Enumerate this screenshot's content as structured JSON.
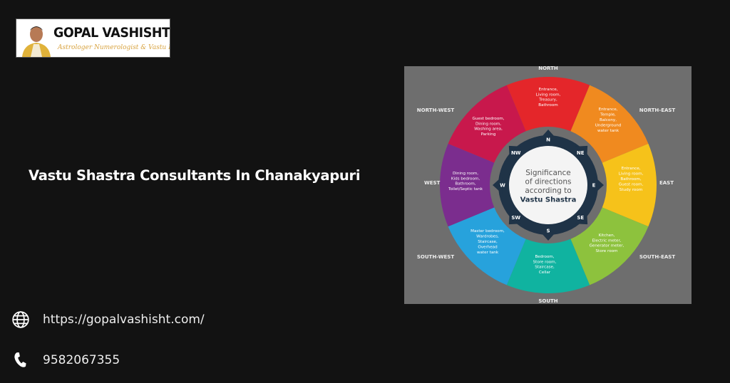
{
  "logo": {
    "name": "GOPAL VASHISHT",
    "tagline": "Astrologer Numerologist & Vastu Expert"
  },
  "title": "Vastu Shastra Consultants In Chanakyapuri",
  "contacts": [
    {
      "icon": "globe-icon",
      "text": "https://gopalvashisht.com/"
    },
    {
      "icon": "phone-icon",
      "text": "9582067355"
    }
  ],
  "wheel": {
    "center": [
      "Significance",
      "of directions",
      "according to",
      "Vastu Shastra"
    ],
    "sectors": [
      {
        "abbr": "N",
        "direction": "NORTH",
        "color": "#e4262a",
        "rooms": [
          "Entrance,",
          "Living room,",
          "Treasury,",
          "Bathroom"
        ]
      },
      {
        "abbr": "NE",
        "direction": "NORTH-EAST",
        "color": "#f08a1f",
        "rooms": [
          "Entrance,",
          "Temple,",
          "Balcony,",
          "Underground",
          "water tank"
        ]
      },
      {
        "abbr": "E",
        "direction": "EAST",
        "color": "#f6c21a",
        "rooms": [
          "Entrance,",
          "Living room,",
          "Bathroom,",
          "Guest room,",
          "Study room"
        ]
      },
      {
        "abbr": "SE",
        "direction": "SOUTH-EAST",
        "color": "#8dc23d",
        "rooms": [
          "Kitchen,",
          "Electric meter,",
          "Generator meter,",
          "Store room"
        ]
      },
      {
        "abbr": "S",
        "direction": "SOUTH",
        "color": "#10b3a0",
        "rooms": [
          "Bedroom,",
          "Store room,",
          "Staircase,",
          "Cellar"
        ]
      },
      {
        "abbr": "SW",
        "direction": "SOUTH-WEST",
        "color": "#27a2dc",
        "rooms": [
          "Master bedroom,",
          "Wardrobes,",
          "Staircase,",
          "Overhead",
          "water tank"
        ]
      },
      {
        "abbr": "W",
        "direction": "WEST",
        "color": "#7b2d8e",
        "rooms": [
          "Dining room,",
          "Kids bedroom,",
          "Bathroom,",
          "Toilet/Septic tank"
        ]
      },
      {
        "abbr": "NW",
        "direction": "NORTH-WEST",
        "color": "#c8184c",
        "rooms": [
          "Guest bedroom,",
          "Dining room,",
          "Washing area,",
          "Parking"
        ]
      }
    ]
  }
}
